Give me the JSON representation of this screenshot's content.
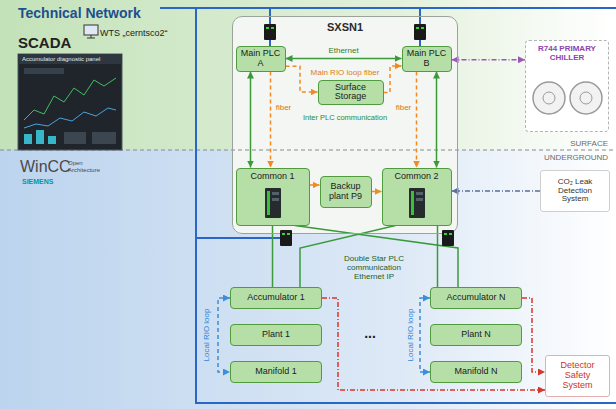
{
  "diagram": {
    "nodes": [
      {
        "text": [
          "SXSN1"
        ]
      },
      {
        "text": [
          "Main PLC A"
        ],
        "in": 0
      },
      {
        "text": [
          "Main PLC B"
        ],
        "in": 0
      },
      {
        "text": [
          "Surface Storage"
        ],
        "in": 0
      },
      {
        "text": [
          "Common 1"
        ],
        "in": 0
      },
      {
        "text": [
          "Backup plant P9"
        ],
        "in": 0
      },
      {
        "text": [
          "Common 2"
        ],
        "in": 0
      },
      {
        "text": [
          "Accumulator 1"
        ]
      },
      {
        "text": [
          "Plant 1"
        ]
      },
      {
        "text": [
          "Manifold 1"
        ]
      },
      {
        "text": [
          "Accumulator N"
        ]
      },
      {
        "text": [
          "Plant N"
        ]
      },
      {
        "text": [
          "Manifold N"
        ]
      },
      {
        "text": [
          "R744 PRIMARY CHILLER"
        ]
      },
      {
        "text": [
          "CO₂ Leak Detection System"
        ]
      },
      {
        "text": [
          "Detector Safety System"
        ]
      }
    ],
    "edges": [
      {
        "from": 1,
        "to": 2,
        "arrow": "both",
        "label": "Ethernet"
      },
      {
        "from": 1,
        "to": 3,
        "arrow": "to"
      },
      {
        "from": 3,
        "to": 2,
        "arrow": "to"
      },
      {
        "from": 1,
        "to": 4,
        "arrow": "both"
      },
      {
        "from": 1,
        "to": 4,
        "arrow": "to",
        "label": "fiber"
      },
      {
        "from": 2,
        "to": 6,
        "arrow": "both"
      },
      {
        "from": 2,
        "to": 6,
        "arrow": "to",
        "label": "fiber"
      },
      {
        "from": 4,
        "to": 5,
        "arrow": "to"
      },
      {
        "from": 5,
        "to": 6,
        "arrow": "to"
      },
      {
        "from": 4,
        "to": 7,
        "arrow": "none"
      },
      {
        "from": 4,
        "to": 10,
        "arrow": "none"
      },
      {
        "from": 6,
        "to": 7,
        "arrow": "none"
      },
      {
        "from": 6,
        "to": 10,
        "arrow": "none"
      },
      {
        "from": 7,
        "to": 9,
        "arrow": "both"
      },
      {
        "from": 10,
        "to": 12,
        "arrow": "both"
      },
      {
        "from": 7,
        "to": 15,
        "arrow": "to"
      },
      {
        "from": 10,
        "to": 15,
        "arrow": "to"
      },
      {
        "from": 2,
        "to": 13,
        "arrow": "both"
      },
      {
        "from": 14,
        "to": 6,
        "arrow": "to"
      }
    ],
    "labels": [
      "Technical Network",
      "WTS „cerntsco2“",
      "SCADA",
      "Accumulator diagnostic panel",
      "WinCC",
      "Open Architecture",
      "SIEMENS",
      "Main RIO loop fiber",
      "Inter PLC communication",
      "Double Star PLC communication Ethernet IP",
      "...",
      "Local RIO loop",
      "Local RIO loop",
      "SURFACE",
      "UNDERGROUND"
    ]
  }
}
